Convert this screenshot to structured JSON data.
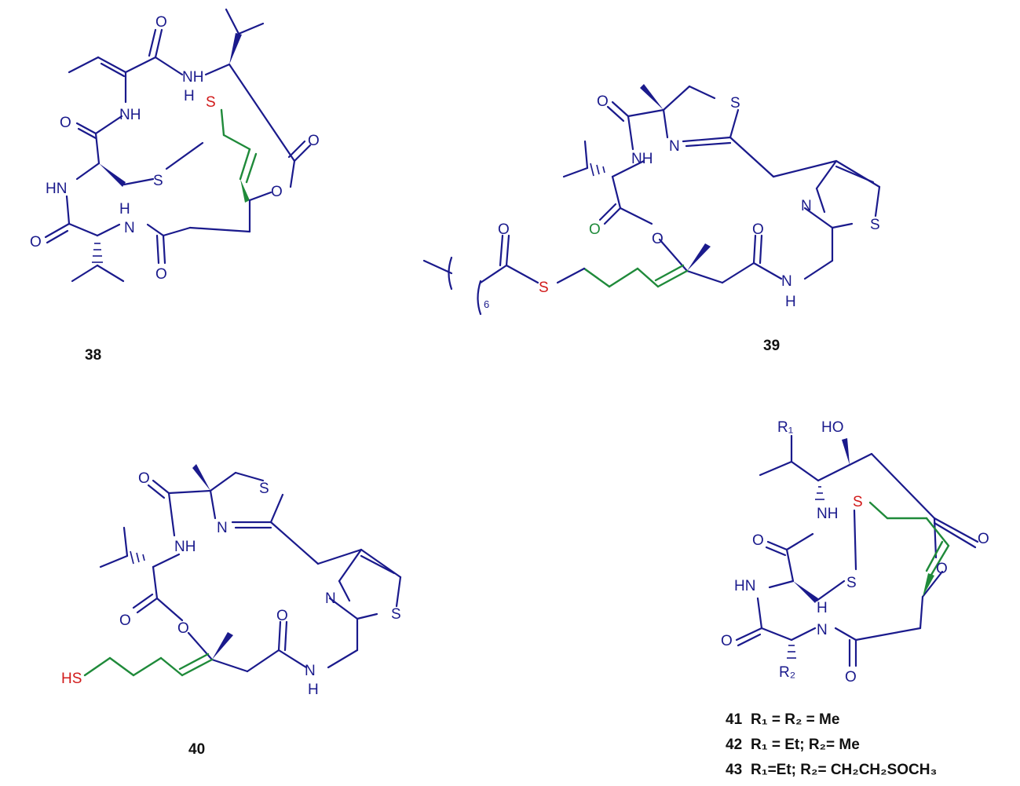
{
  "compounds": {
    "c38": {
      "label": "38"
    },
    "c39": {
      "label": "39",
      "chain_count": "6"
    },
    "c40": {
      "label": "40"
    },
    "c41": {
      "label": "41"
    }
  },
  "legend": [
    {
      "id": "41",
      "text": "R₁ = R₂ = Me"
    },
    {
      "id": "42",
      "text": "R₁ = Et; R₂= Me"
    },
    {
      "id": "43",
      "text": "R₁=Et; R₂= CH₂CH₂SOCH₃"
    }
  ],
  "atoms": {
    "O": "O",
    "NH": "NH",
    "HN": "HN",
    "H": "H",
    "N": "N",
    "S": "S",
    "HS": "HS",
    "HO": "HO",
    "R1": "R₁",
    "R2": "R₂"
  },
  "colors": {
    "bond": "#1a1a8c",
    "heteroatom": "#d11a1a",
    "alkene": "#1f8a3a",
    "label": "#111111"
  }
}
